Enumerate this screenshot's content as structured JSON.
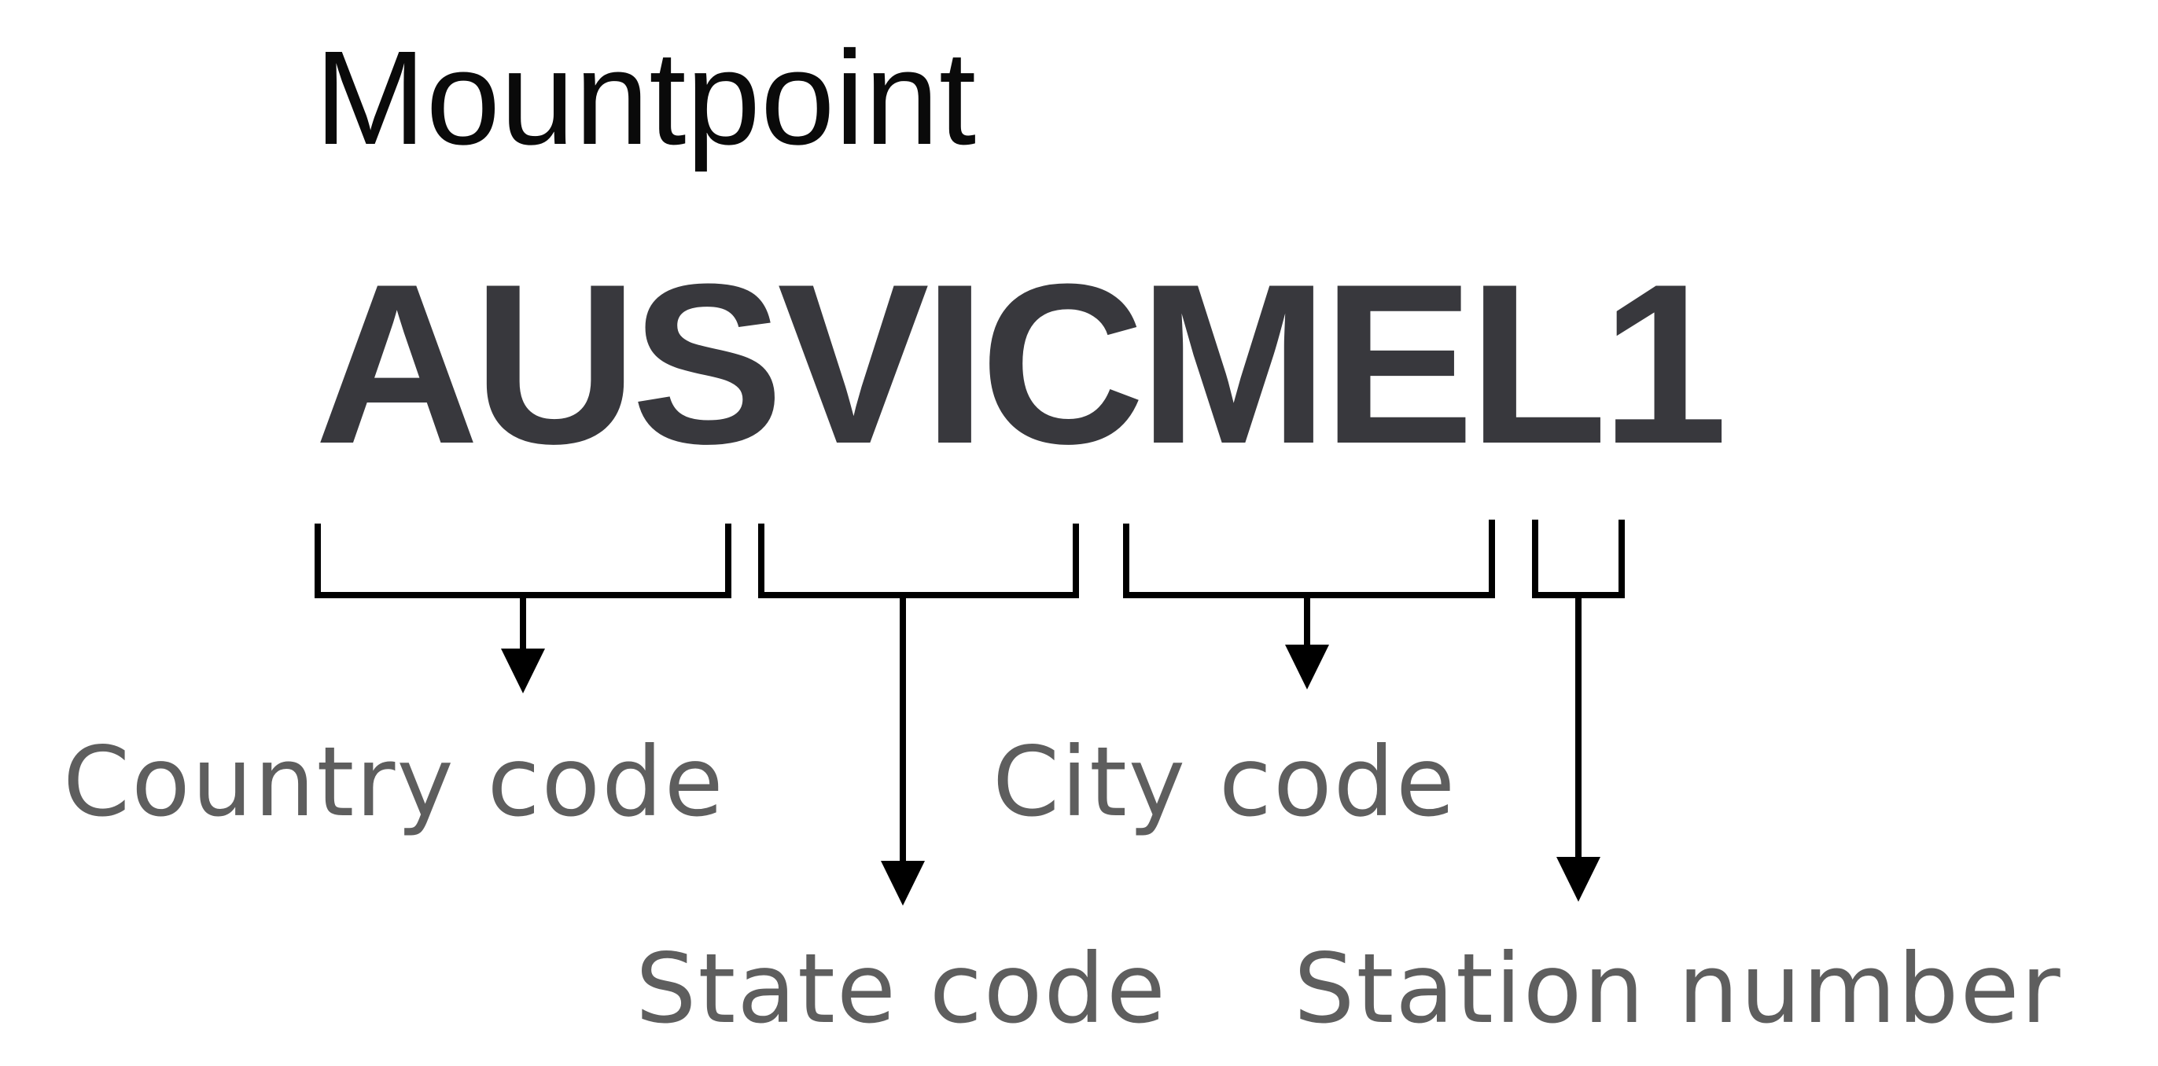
{
  "diagram": {
    "heading": "Mountpoint",
    "code": "AUSVICMEL1",
    "segments": [
      {
        "part": "AUS",
        "label": "Country code"
      },
      {
        "part": "VIC",
        "label": "State code"
      },
      {
        "part": "MEL",
        "label": "City code"
      },
      {
        "part": "1",
        "label": "Station number"
      }
    ]
  }
}
